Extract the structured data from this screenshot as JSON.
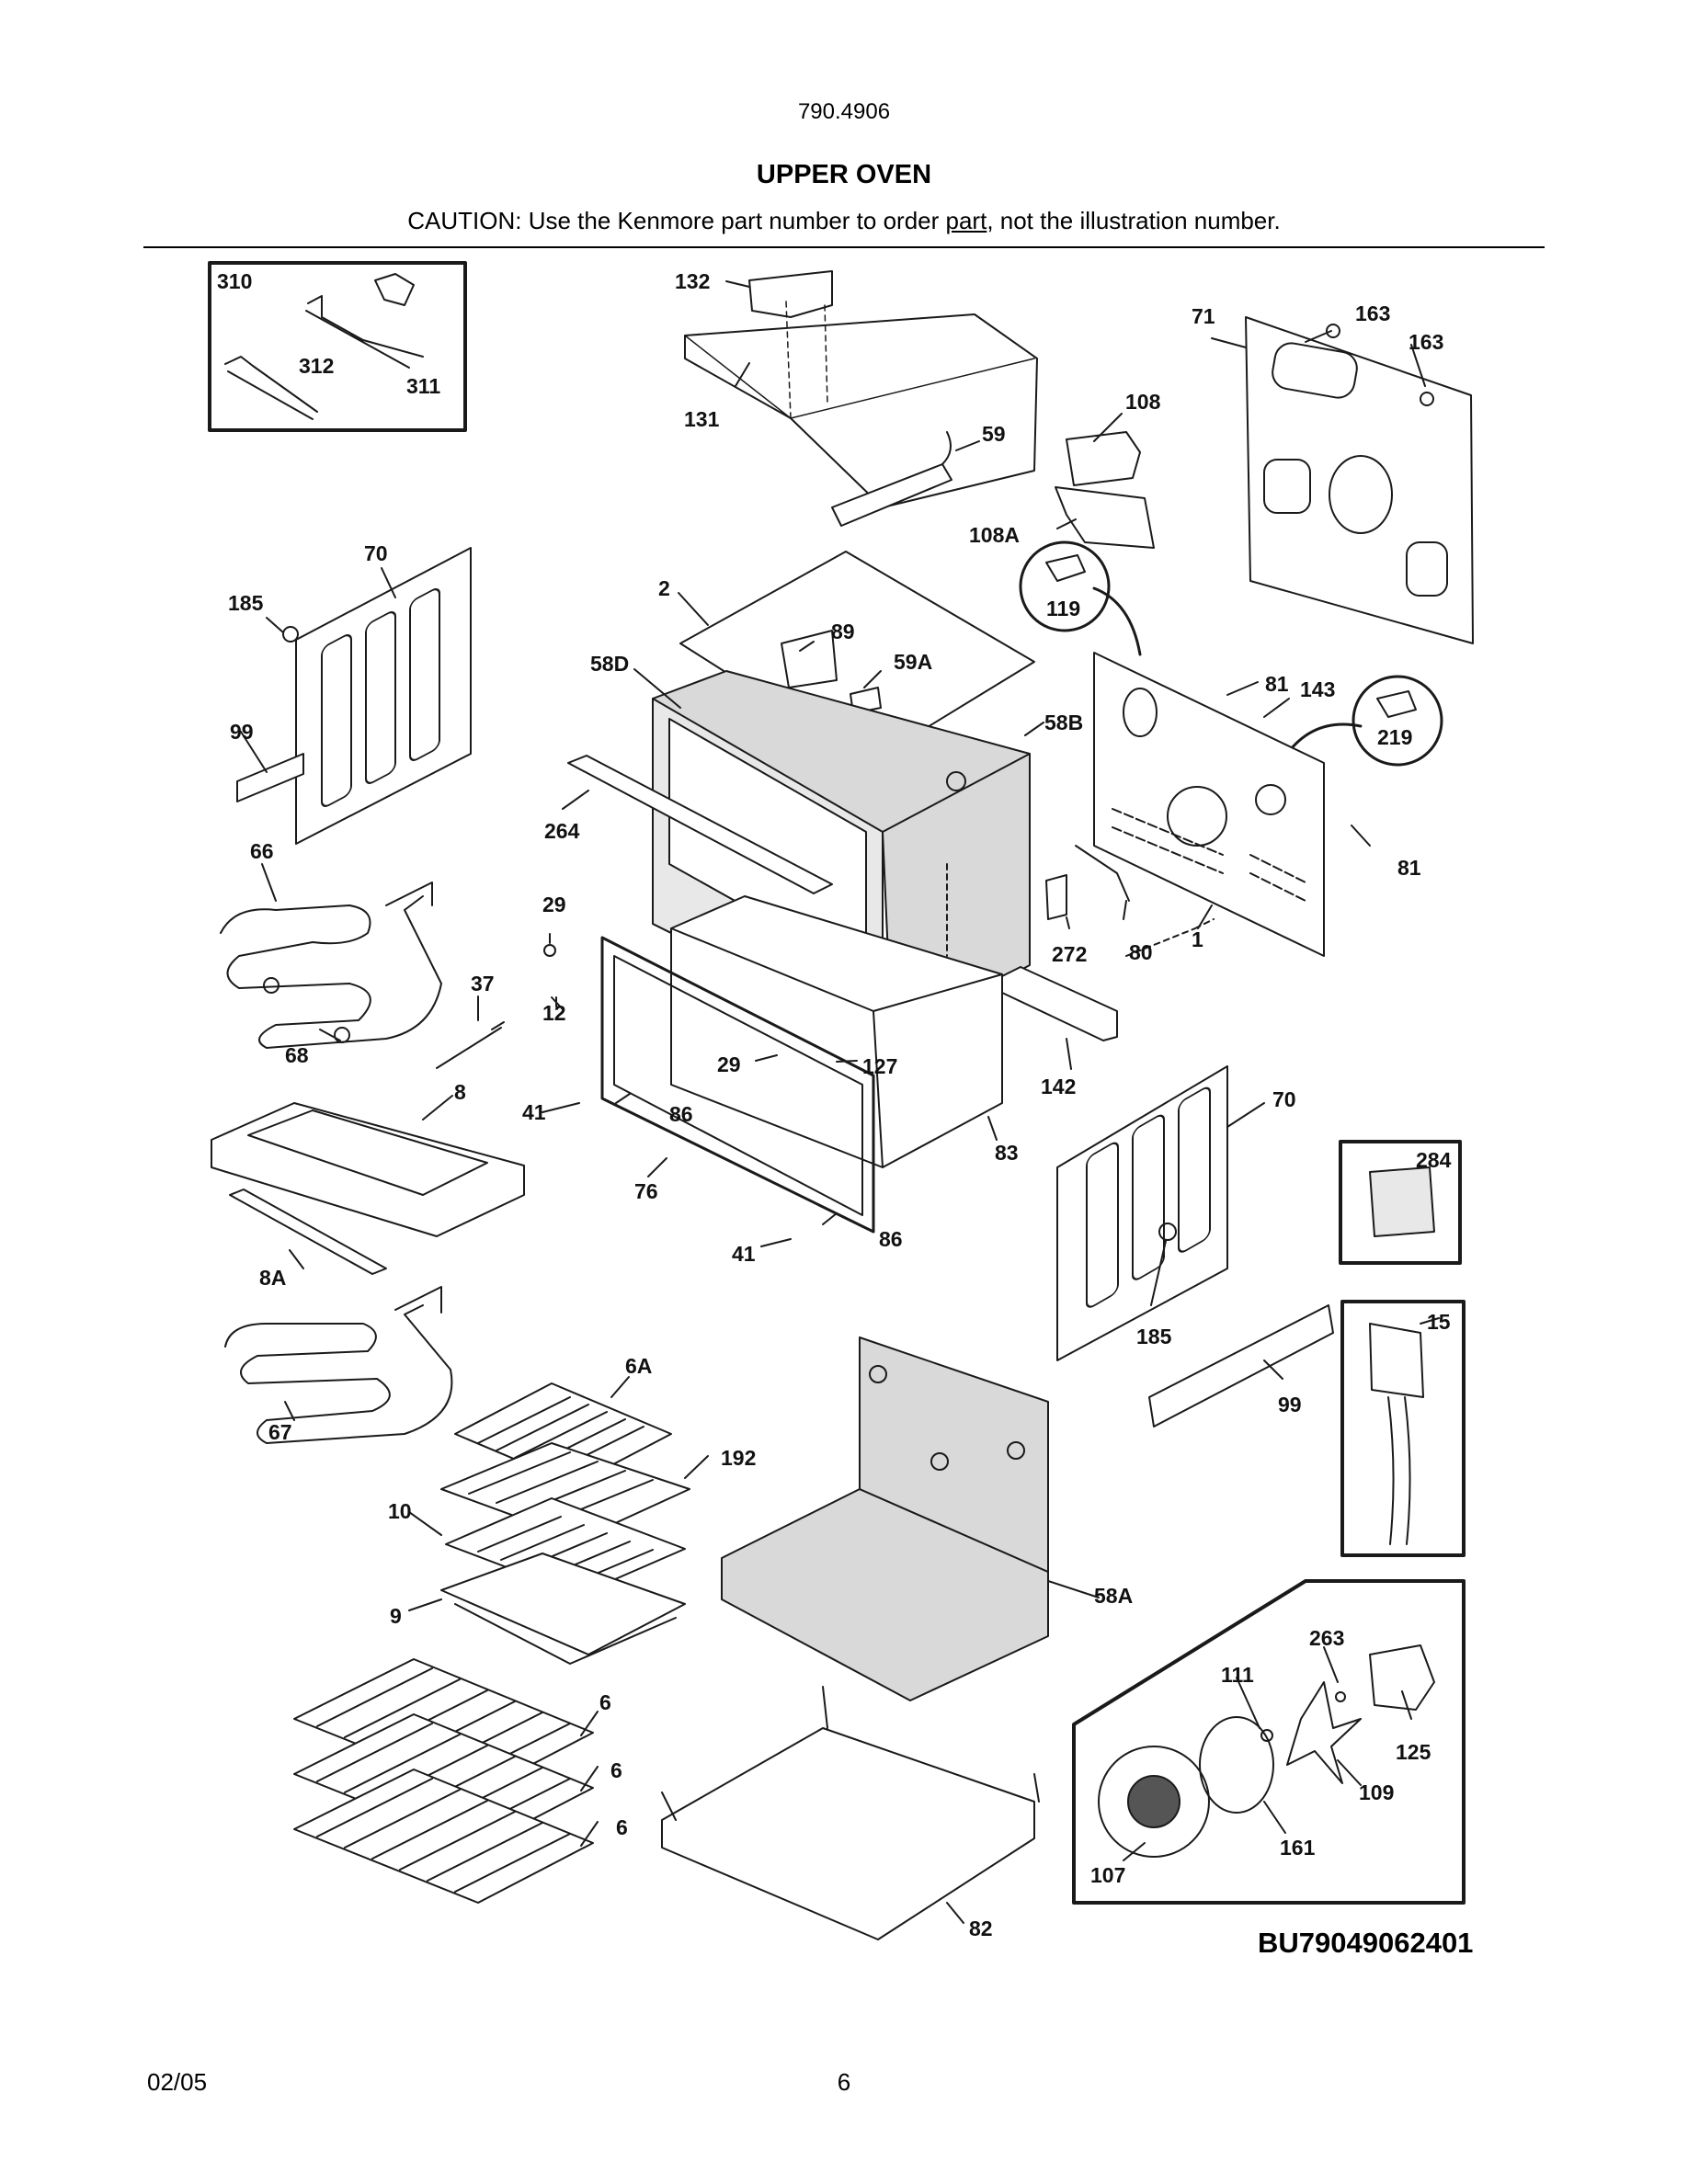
{
  "header": {
    "model_number": "790.4906",
    "section_title": "UPPER OVEN",
    "caution_before": "CAUTION: Use the Kenmore part number to order ",
    "caution_underlined": "part",
    "caution_after": ", not the illustration number."
  },
  "diagram": {
    "callouts": [
      "310",
      "312",
      "311",
      "132",
      "131",
      "163",
      "163",
      "71",
      "108",
      "59",
      "108A",
      "119",
      "70",
      "185",
      "99",
      "2",
      "89",
      "58D",
      "59A",
      "58B",
      "81",
      "143",
      "219",
      "264",
      "66",
      "29",
      "81",
      "272",
      "80",
      "1",
      "37",
      "12",
      "68",
      "29",
      "127",
      "142",
      "8",
      "41",
      "86",
      "70",
      "76",
      "83",
      "284",
      "41",
      "86",
      "8A",
      "185",
      "15",
      "6A",
      "99",
      "67",
      "192",
      "10",
      "9",
      "58A",
      "263",
      "111",
      "125",
      "6",
      "6",
      "109",
      "6",
      "161",
      "107",
      "82"
    ]
  },
  "footer": {
    "diagram_code": "BU79049062401",
    "date": "02/05",
    "page_number": "6"
  },
  "colors": {
    "line": "#1a1a1a",
    "shade": "#d9d9d9",
    "ink": "#000000"
  }
}
